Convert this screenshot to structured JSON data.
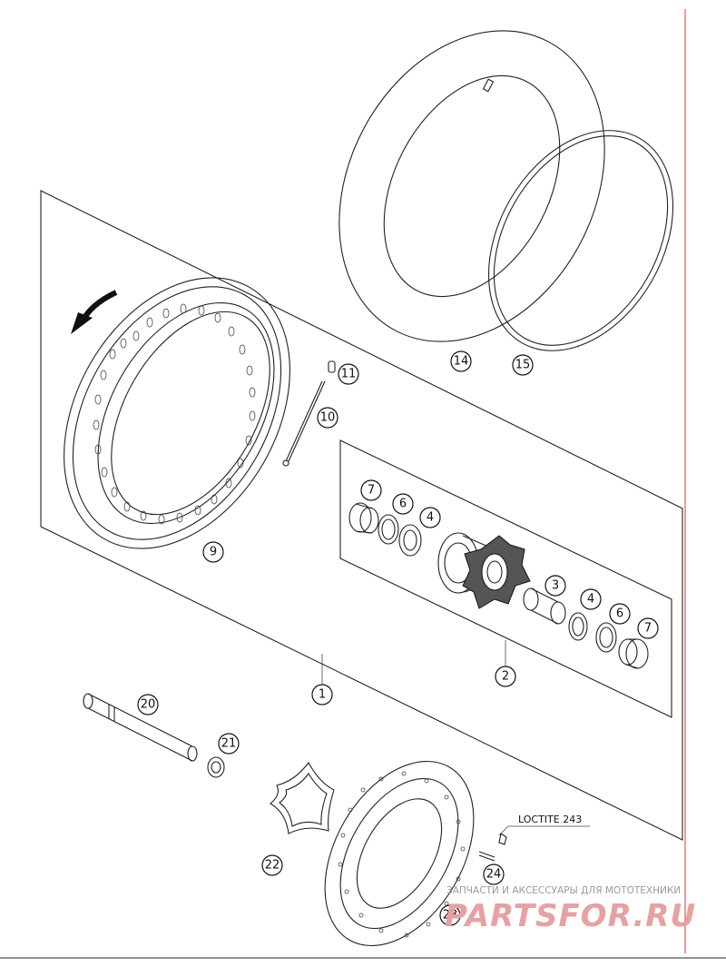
{
  "callouts": [
    "1",
    "2",
    "3",
    "4",
    "4",
    "6",
    "6",
    "7",
    "7",
    "9",
    "10",
    "11",
    "14",
    "15",
    "20",
    "21",
    "22",
    "23",
    "24"
  ],
  "note": "LOCTITE 243",
  "watermark": {
    "caption": "ЗАПЧАСТИ И АКСЕССУАРЫ ДЛЯ МОТОТЕХНИКИ",
    "logo": "PARTSFOR.RU",
    "color": "#e8a0a0"
  }
}
